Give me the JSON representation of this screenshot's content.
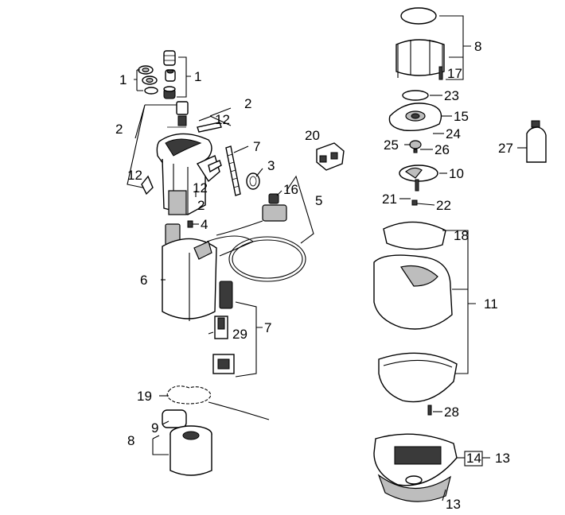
{
  "callouts": {
    "c1a": "1",
    "c1b": "1",
    "c2a": "2",
    "c2b": "2",
    "c2c": "2",
    "c3": "3",
    "c4": "4",
    "c5": "5",
    "c6": "6",
    "c7a": "7",
    "c7b": "7",
    "c8a": "8",
    "c8b": "8",
    "c9": "9",
    "c10": "10",
    "c11": "11",
    "c12a": "12",
    "c12b": "12",
    "c12c": "12",
    "c13a": "13",
    "c13b": "13",
    "c14": "14",
    "c15": "15",
    "c16": "16",
    "c17": "17",
    "c18": "18",
    "c19": "19",
    "c20": "20",
    "c21": "21",
    "c22": "22",
    "c23": "23",
    "c24": "24",
    "c25": "25",
    "c26": "26",
    "c27": "27",
    "c28": "28",
    "c29": "29"
  }
}
